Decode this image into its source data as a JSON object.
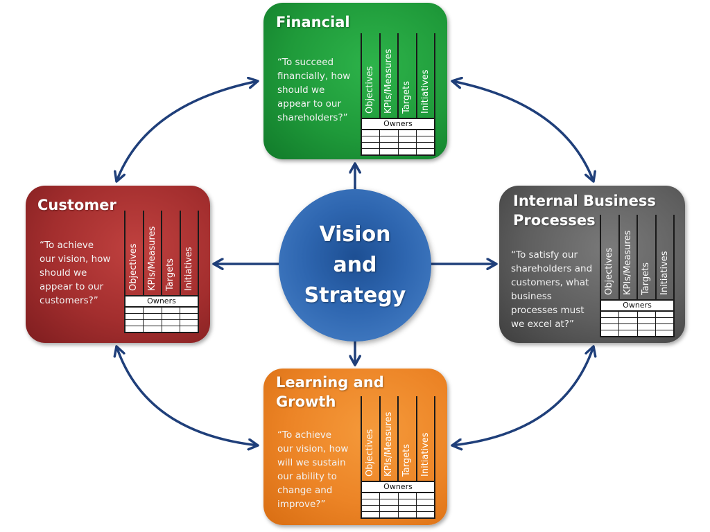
{
  "center": {
    "lines": [
      "Vision",
      "and",
      "Strategy"
    ],
    "color": "#2e66b0"
  },
  "grid_columns": [
    "Objectives",
    "KPIs/Measures",
    "Targets",
    "Initiatives"
  ],
  "owners_label": "Owners",
  "perspectives": {
    "financial": {
      "title": "Financial",
      "question": "“To succeed\nfinancially, how\nshould we\nappear to our\nshareholders?”",
      "color": "#1f9a3a"
    },
    "customer": {
      "title": "Customer",
      "question": "“To achieve\nour vision, how\nshould we\nappear to our\ncustomers?”",
      "color": "#a32e2e"
    },
    "internal": {
      "title": "Internal Business\nProcesses",
      "question": "“To satisfy our\nshareholders and\ncustomers, what\nbusiness\nprocesses must\nwe excel at?”",
      "color": "#5e5e5e"
    },
    "learning": {
      "title": "Learning and\nGrowth",
      "question": "“To achieve\nour vision, how\nwill we sustain\nour ability to\nchange and\nimprove?”",
      "color": "#ec8426"
    }
  },
  "arrow_color": "#1f3f7a"
}
